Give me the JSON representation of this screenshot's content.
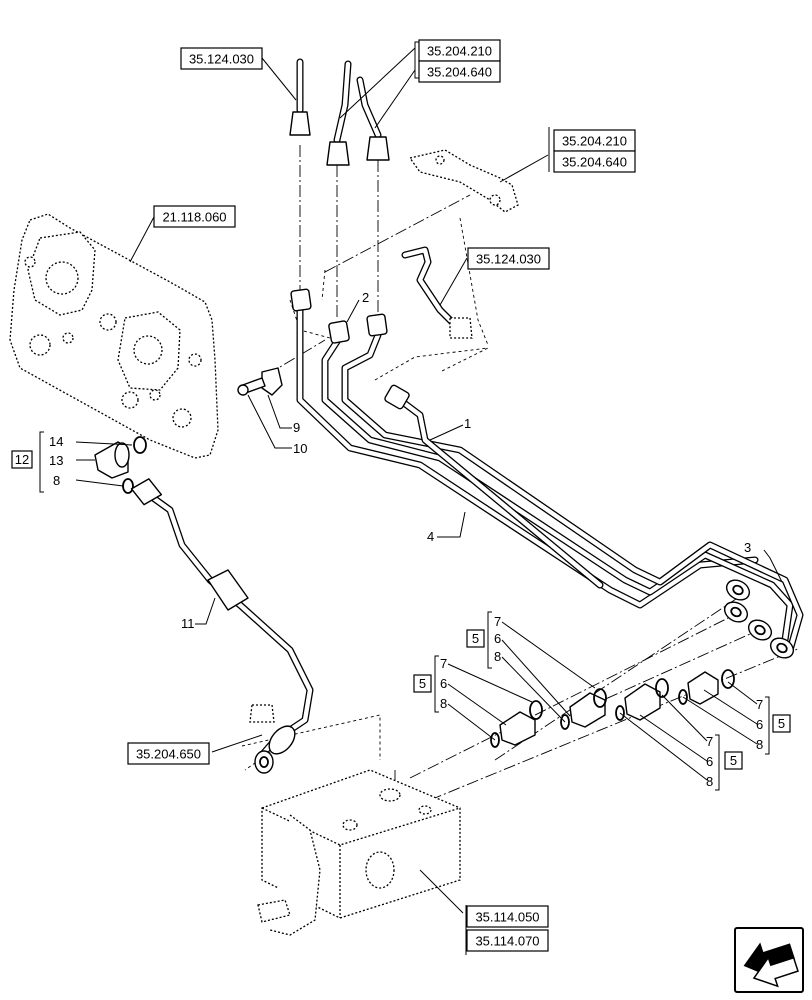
{
  "refs": {
    "r1": "35.124.030",
    "r2": "35.204.210",
    "r3": "35.204.640",
    "r4": "35.204.210",
    "r5": "35.204.640",
    "r6": "21.118.060",
    "r7": "35.124.030",
    "r8": "35.204.650",
    "r9": "35.114.050",
    "r10": "35.114.070"
  },
  "callouts": {
    "c1": "1",
    "c2": "2",
    "c3": "3",
    "c4": "4",
    "c9": "9",
    "c10": "10",
    "c11": "11",
    "c14": "14",
    "c13": "13",
    "c8a": "8",
    "c12": "12",
    "g1_7": "7",
    "g1_6": "6",
    "g1_8": "8",
    "g1_5": "5",
    "g2_7": "7",
    "g2_6": "6",
    "g2_8": "8",
    "g2_5": "5",
    "g3_7": "7",
    "g3_6": "6",
    "g3_8": "8",
    "g3_5": "5",
    "g4_7": "7",
    "g4_6": "6",
    "g4_8": "8",
    "g4_5": "5"
  },
  "icons": {
    "nav": "next-page-arrow-icon"
  }
}
